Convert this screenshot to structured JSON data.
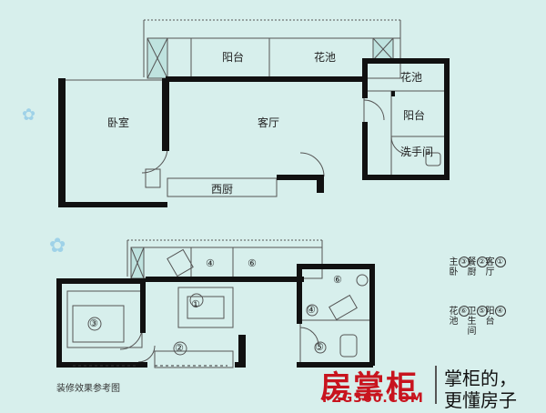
{
  "top_plan": {
    "rooms": {
      "balcony_top": "阳台",
      "flower_bed_top": "花池",
      "flower_bed_right": "花池",
      "bedroom": "卧室",
      "living_room": "客厅",
      "balcony_right": "阳台",
      "washroom": "洗手间",
      "kitchen": "西厨"
    }
  },
  "bottom_plan": {
    "room_markers": [
      "①",
      "②",
      "③",
      "④",
      "⑤",
      "⑥",
      "④",
      "⑥"
    ]
  },
  "legend": {
    "items": [
      {
        "num": "①",
        "label": "客厅"
      },
      {
        "num": "②",
        "label": "餐厨"
      },
      {
        "num": "③",
        "label": "主卧"
      },
      {
        "num": "④",
        "label": "阳台"
      },
      {
        "num": "⑤",
        "label": "卫生间"
      },
      {
        "num": "⑥",
        "label": "花池"
      }
    ]
  },
  "caption": "装修效果参考图",
  "brand": {
    "name": "房掌柜",
    "url": "FZG360.COM",
    "slogan_line1": "掌柜的，",
    "slogan_line2": "更懂房子",
    "color": "#c8141e"
  },
  "colors": {
    "background": "#d7efec",
    "wall": "#111111",
    "line": "#555555"
  }
}
